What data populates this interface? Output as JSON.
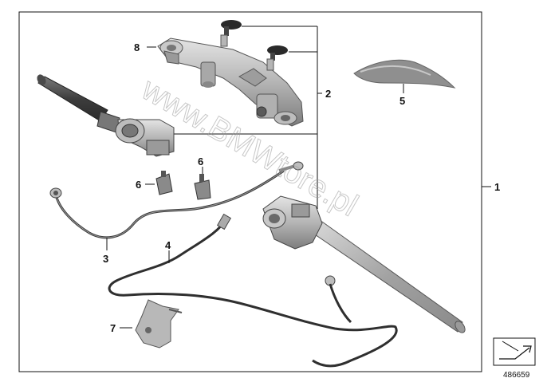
{
  "callouts": {
    "c1": "1",
    "c2": "2",
    "c3": "3",
    "c4": "4",
    "c5": "5",
    "c6a": "6",
    "c6b": "6",
    "c7": "7",
    "c8": "8"
  },
  "watermark": "www.BMWtore.pl",
  "diagram_number": "486659",
  "colors": {
    "line": "#111111",
    "part_light": "#cfcfcf",
    "part_mid": "#a8a8a8",
    "part_dark": "#6f6f6f",
    "knob": "#2a2a2a"
  }
}
